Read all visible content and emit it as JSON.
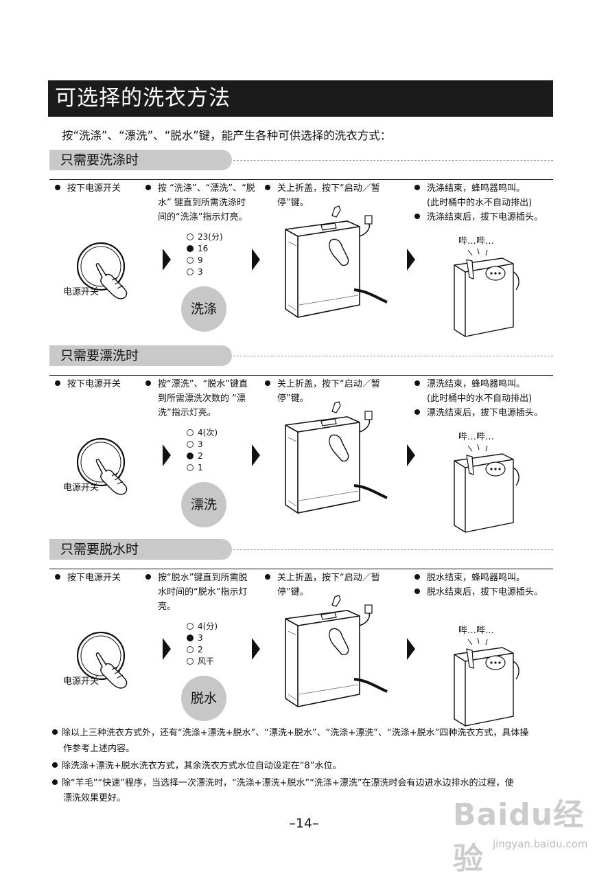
{
  "title": "可选择的洗衣方法",
  "intro": "按“洗涤”、“漂洗”、“脱水”键，能产生各种可供选择的洗衣方式：",
  "sections": [
    {
      "header": "只需要洗涤时",
      "step1": "按下电源开关",
      "step2_l1": "按 “洗涤”、“漂洗”、“脱",
      "step2_l2": "水” 键直到所需洗涤时",
      "step2_l3": "间的“洗涤”指示灯亮。",
      "step3_l1": "关上折盖，按下“启动／暂",
      "step3_l2": "停”键。",
      "step4_l1": "洗涤结束，蜂鸣器鸣叫。",
      "step4_l2": "(此时桶中的水不自动排出)",
      "step4_l3": "洗涤结束后，拔下电源插头。",
      "options": [
        "23(分)",
        "16",
        "9",
        "3"
      ],
      "selected": 1,
      "button": "洗涤",
      "power_label": "电源开关",
      "beep": "哔…哔…"
    },
    {
      "header": "只需要漂洗时",
      "step1": "按下电源开关",
      "step2_l1": "按“漂洗”、“脱水”键直",
      "step2_l2": "到所需漂洗次数的 “漂",
      "step2_l3": "洗”指示灯亮。",
      "step3_l1": "关上折盖，按下“启动／暂",
      "step3_l2": "停”键。",
      "step4_l1": "漂洗结束，蜂鸣器鸣叫。",
      "step4_l2": "(此时桶中的水不自动排出)",
      "step4_l3": "漂洗结束后，拔下电源插头。",
      "options": [
        "4(次)",
        "3",
        "2",
        "1"
      ],
      "selected": 2,
      "button": "漂洗",
      "power_label": "电源开关",
      "beep": "哔…哔…"
    },
    {
      "header": "只需要脱水时",
      "step1": "按下电源开关",
      "step2_l1": "按“脱水”键直到所需脱",
      "step2_l2": "水时间的“脱水”指示灯",
      "step2_l3": "亮。",
      "step3_l1": "关上折盖，按下“启动／暂",
      "step3_l2": "停”键。",
      "step4_l1": "脱水结束，蜂鸣器鸣叫。",
      "step4_l2": "",
      "step4_l3": "脱水结束后，拔下电源插头。",
      "options": [
        "4(分)",
        "3",
        "2",
        "风干"
      ],
      "selected": 1,
      "button": "脱水",
      "power_label": "电源开关",
      "beep": "哔…哔…"
    }
  ],
  "notes": [
    "除以上三种洗衣方式外，还有“洗涤+漂洗+脱水”、“漂洗+脱水”、“洗涤+漂洗”、“洗涤+脱水”四种洗衣方式，具体操",
    "作参考上述内容。",
    "除洗涤+漂洗+脱水洗衣方式，其余洗衣方式水位自动设定在“8”水位。",
    "除“羊毛”“快速”程序，当选择一次漂洗时，“洗涤+漂洗+脱水”“洗涤+漂洗”在漂洗时会有边进水边排水的过程，使",
    "漂洗效果更好。"
  ],
  "page_number": "–14–",
  "watermark": "Baidu经验",
  "watermark_url": "jingyan.baidu.com"
}
